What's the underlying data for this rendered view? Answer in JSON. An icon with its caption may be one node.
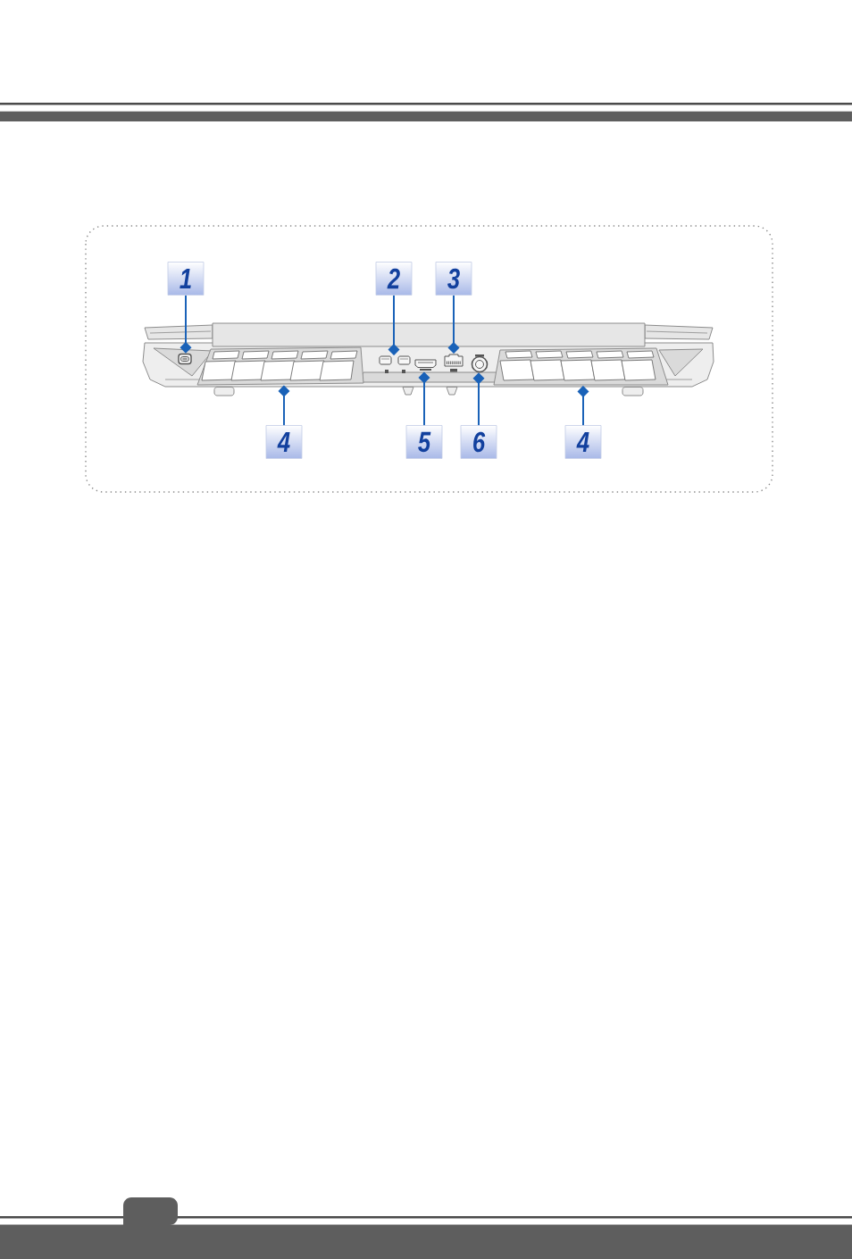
{
  "diagram": {
    "nodes": [
      {
        "text": [
          "1"
        ]
      },
      {
        "text": [
          "2"
        ]
      },
      {
        "text": [
          "3"
        ]
      },
      {
        "text": [
          "4"
        ]
      },
      {
        "text": [
          "5"
        ]
      },
      {
        "text": [
          "6"
        ]
      },
      {
        "text": [
          "4"
        ]
      },
      {
        "text": [],
        "shape": "picture"
      },
      {
        "text": [],
        "shape": "picture"
      },
      {
        "text": [],
        "shape": "picture"
      },
      {
        "text": [],
        "shape": "picture"
      },
      {
        "text": [],
        "shape": "picture"
      },
      {
        "text": [],
        "shape": "picture"
      },
      {
        "text": [],
        "shape": "picture"
      }
    ],
    "edges": [
      {
        "from": 0,
        "to": 7,
        "arrow": "other"
      },
      {
        "from": 1,
        "to": 9,
        "arrow": "other"
      },
      {
        "from": 2,
        "to": 11,
        "arrow": "other"
      },
      {
        "from": 3,
        "to": 8,
        "arrow": "other"
      },
      {
        "from": 4,
        "to": 10,
        "arrow": "other"
      },
      {
        "from": 5,
        "to": 12,
        "arrow": "other"
      },
      {
        "from": 6,
        "to": 13,
        "arrow": "other"
      }
    ]
  }
}
